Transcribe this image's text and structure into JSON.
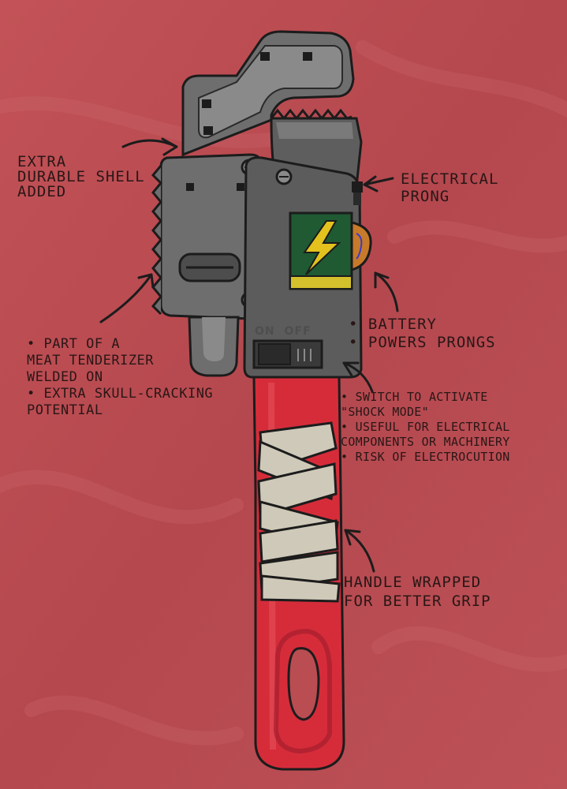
{
  "colors": {
    "background": "#b94d52",
    "ink": "#2a1616",
    "metal": "#6e6e6e",
    "metal_dark": "#4d4d4d",
    "metal_light": "#8a8a8a",
    "handle_red": "#d62c3a",
    "handle_dark": "#a51e2d",
    "bandage": "#cfc9b9",
    "battery_green": "#1f5a33",
    "bolt_yellow": "#e3c21d"
  },
  "icons": [
    "lightning-bolt-icon",
    "arrow-icon"
  ],
  "annotations": {
    "shell": {
      "lines": [
        "EXTRA",
        "DURABLE SHELL",
        "ADDED"
      ]
    },
    "prong": {
      "lines": [
        "ELECTRICAL",
        "PRONG"
      ]
    },
    "battery": {
      "lines": [
        "• BATTERY",
        "• POWERS PRONGS"
      ]
    },
    "tenderizer": {
      "lines": [
        "• PART OF A",
        "MEAT TENDERIZER",
        "WELDED ON",
        "• EXTRA SKULL-CRACKING",
        "POTENTIAL"
      ]
    },
    "switch": {
      "lines": [
        "• SWITCH TO ACTIVATE",
        "\"SHOCK MODE\"",
        "• USEFUL FOR ELECTRICAL",
        "COMPONENTS OR MACHINERY",
        "• RISK OF ELECTROCUTION"
      ]
    },
    "handle": {
      "lines": [
        "HANDLE WRAPPED",
        "FOR BETTER GRIP"
      ]
    }
  },
  "switch_labels": {
    "on": "ON",
    "off": "OFF"
  }
}
